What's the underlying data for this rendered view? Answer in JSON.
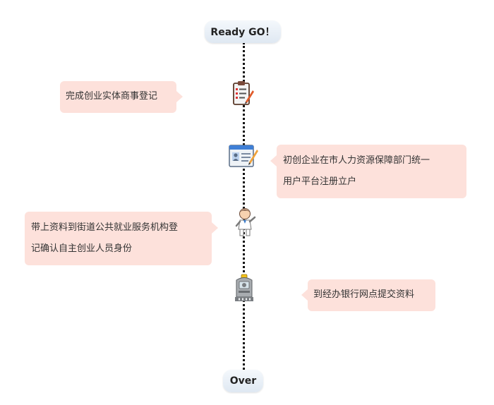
{
  "start_label": "Ready GO！",
  "end_label": "Over",
  "steps": [
    {
      "text": "完成创业实体商事登记",
      "icon": "clipboard-checklist-icon"
    },
    {
      "text_line1": "初创企业在市人力资源保障部门统一",
      "text_line2": "用户平台注册立户",
      "icon": "id-card-pen-icon"
    },
    {
      "text_line1": "带上资料到街道公共就业服务机构登",
      "text_line2": "记确认自主创业人员身份",
      "icon": "person-icon"
    },
    {
      "text": "到经办银行网点提交资料",
      "icon": "bank-atm-icon"
    }
  ],
  "colors": {
    "bubble": "#fde1db",
    "pill": "#e6eef6",
    "line": "#111111"
  }
}
